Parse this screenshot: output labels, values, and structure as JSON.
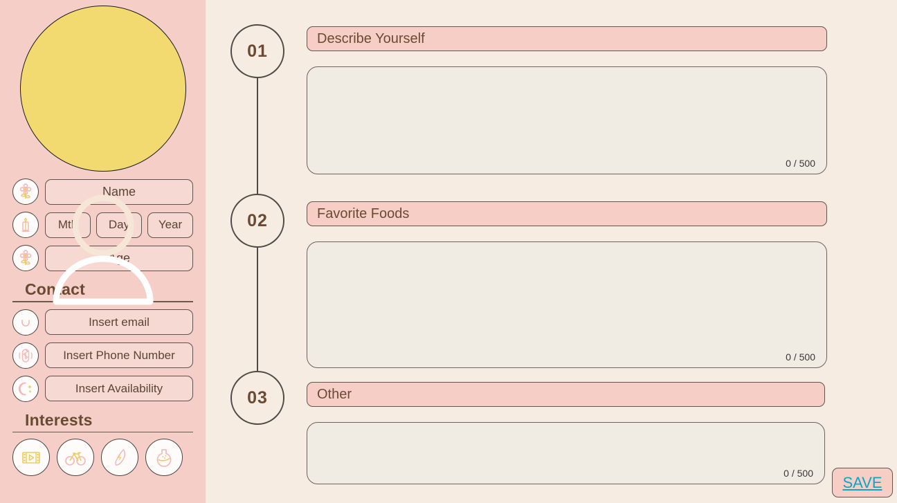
{
  "sidebar": {
    "avatar": {
      "icon": "user-avatar-icon"
    },
    "profile_fields": [
      {
        "icon": "flower-icon",
        "label": "Name"
      },
      {
        "icon": "candle-icon",
        "label": ""
      },
      {
        "icon": "flower-icon",
        "label": "Age"
      }
    ],
    "dob": {
      "month": "Mth",
      "day": "Day",
      "year": "Year"
    },
    "contact": {
      "heading": "Contact",
      "items": [
        {
          "icon": "smile-icon",
          "label": "Insert email"
        },
        {
          "icon": "bluetooth-icon",
          "label": "Insert Phone Number"
        },
        {
          "icon": "moon-stars-icon",
          "label": "Insert Availability"
        }
      ]
    },
    "interests": {
      "heading": "Interests",
      "items": [
        {
          "icon": "film-strip-icon"
        },
        {
          "icon": "bicycle-icon"
        },
        {
          "icon": "surfboard-lightning-icon"
        },
        {
          "icon": "flask-icon"
        }
      ]
    }
  },
  "main": {
    "steps": [
      "01",
      "02",
      "03"
    ],
    "sections": [
      {
        "title": "Describe Yourself",
        "value": "",
        "counter": "0 / 500"
      },
      {
        "title": "Favorite Foods",
        "value": "",
        "counter": "0 / 500"
      },
      {
        "title": "Other",
        "value": "",
        "counter": "0 / 500"
      }
    ],
    "save_label": "SAVE"
  },
  "colors": {
    "sidebar_bg": "#f4cec7",
    "main_bg": "#f7ece1",
    "accent_pink": "#f6cec5",
    "avatar_yellow": "#f2da71",
    "text_brown": "#6b4a33",
    "save_text": "#0aa6c4"
  }
}
